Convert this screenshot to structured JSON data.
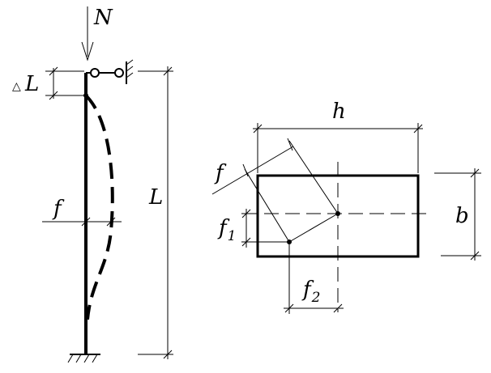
{
  "labels": {
    "force": "N",
    "delta_prefix": "△",
    "delta_length": "L",
    "deflection": "f",
    "length": "L",
    "width": "h",
    "height": "b",
    "diag_f": "f",
    "f1_main": "f",
    "f1_sub": "1",
    "f2_main": "f",
    "f2_sub": "2"
  }
}
